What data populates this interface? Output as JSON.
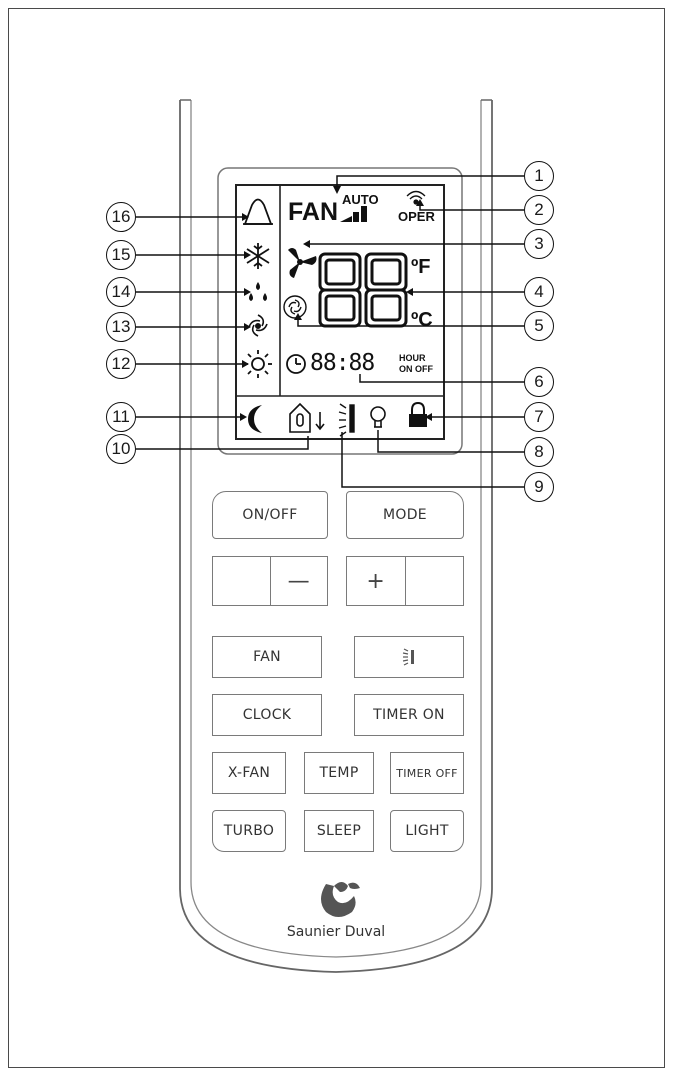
{
  "display": {
    "fan_label": "FAN",
    "auto_label": "AUTO",
    "oper_label": "OPER",
    "temp_digits": "88",
    "unit_f": "ºF",
    "unit_c": "ºC",
    "timer_digits": "88:88",
    "hour_label": "HOUR",
    "onoff_label": "ON OFF"
  },
  "callouts": [
    "1",
    "2",
    "3",
    "4",
    "5",
    "6",
    "7",
    "8",
    "9",
    "10",
    "11",
    "12",
    "13",
    "14",
    "15",
    "16"
  ],
  "buttons": {
    "on_off": "ON/OFF",
    "mode": "MODE",
    "minus": "—",
    "plus": "+",
    "fan": "FAN",
    "clock": "CLOCK",
    "timer_on": "TIMER ON",
    "x_fan": "X-FAN",
    "temp": "TEMP",
    "timer_off": "TIMER OFF",
    "turbo": "TURBO",
    "sleep": "SLEEP",
    "light": "LIGHT"
  },
  "brand": {
    "name": "Saunier Duval"
  },
  "icons": [
    "bell-icon",
    "snowflake-icon",
    "drops-icon",
    "swirl-icon",
    "sun-icon",
    "moon-icon",
    "fan-blade-icon",
    "turbo-swirl-icon",
    "clock-icon",
    "signal-icon",
    "signal-bars-icon",
    "home-icon",
    "swing-icon",
    "bulb-icon",
    "lock-icon",
    "brand-bird-icon"
  ]
}
